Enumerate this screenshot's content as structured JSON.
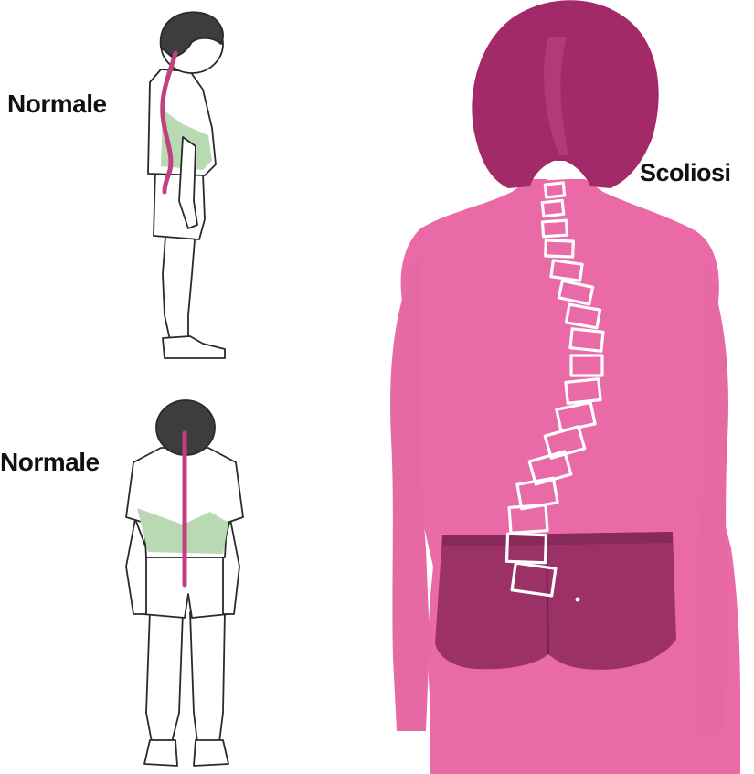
{
  "labels": {
    "normal_side": "Normale",
    "normal_back": "Normale",
    "scoliosis": "Scoliosi"
  },
  "colors": {
    "figure_pink": "#e96aa6",
    "hair_magenta": "#a32a68",
    "shorts_magenta": "#9c3168",
    "spine_line": "#c2407f",
    "vertebra_outline": "#ffffff",
    "child_hair": "#3d3d3d",
    "child_shirt_shade": "#b9d9b2"
  },
  "figures": [
    {
      "name": "child-side-view",
      "spine": "normal"
    },
    {
      "name": "child-back-view",
      "spine": "normal"
    },
    {
      "name": "woman-back-view",
      "spine": "scoliosis"
    }
  ]
}
